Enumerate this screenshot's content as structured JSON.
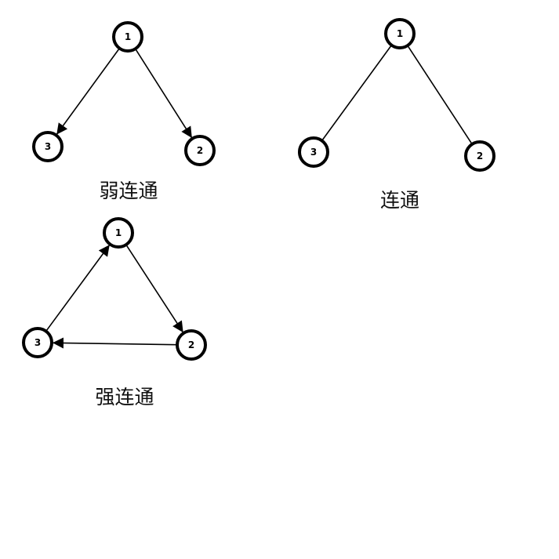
{
  "colors": {
    "stroke": "#000000",
    "background": "#ffffff",
    "text": "#111111"
  },
  "graphs": [
    {
      "id": "weak",
      "caption": "弱连通",
      "directed": true,
      "nodes": [
        {
          "label": "1"
        },
        {
          "label": "2"
        },
        {
          "label": "3"
        }
      ],
      "edges": [
        {
          "from": "1",
          "to": "3"
        },
        {
          "from": "1",
          "to": "2"
        }
      ]
    },
    {
      "id": "connected",
      "caption": "连通",
      "directed": false,
      "nodes": [
        {
          "label": "1"
        },
        {
          "label": "2"
        },
        {
          "label": "3"
        }
      ],
      "edges": [
        {
          "from": "1",
          "to": "3"
        },
        {
          "from": "1",
          "to": "2"
        }
      ]
    },
    {
      "id": "strong",
      "caption": "强连通",
      "directed": true,
      "nodes": [
        {
          "label": "1"
        },
        {
          "label": "2"
        },
        {
          "label": "3"
        }
      ],
      "edges": [
        {
          "from": "1",
          "to": "2"
        },
        {
          "from": "2",
          "to": "3"
        },
        {
          "from": "3",
          "to": "1"
        }
      ]
    }
  ]
}
